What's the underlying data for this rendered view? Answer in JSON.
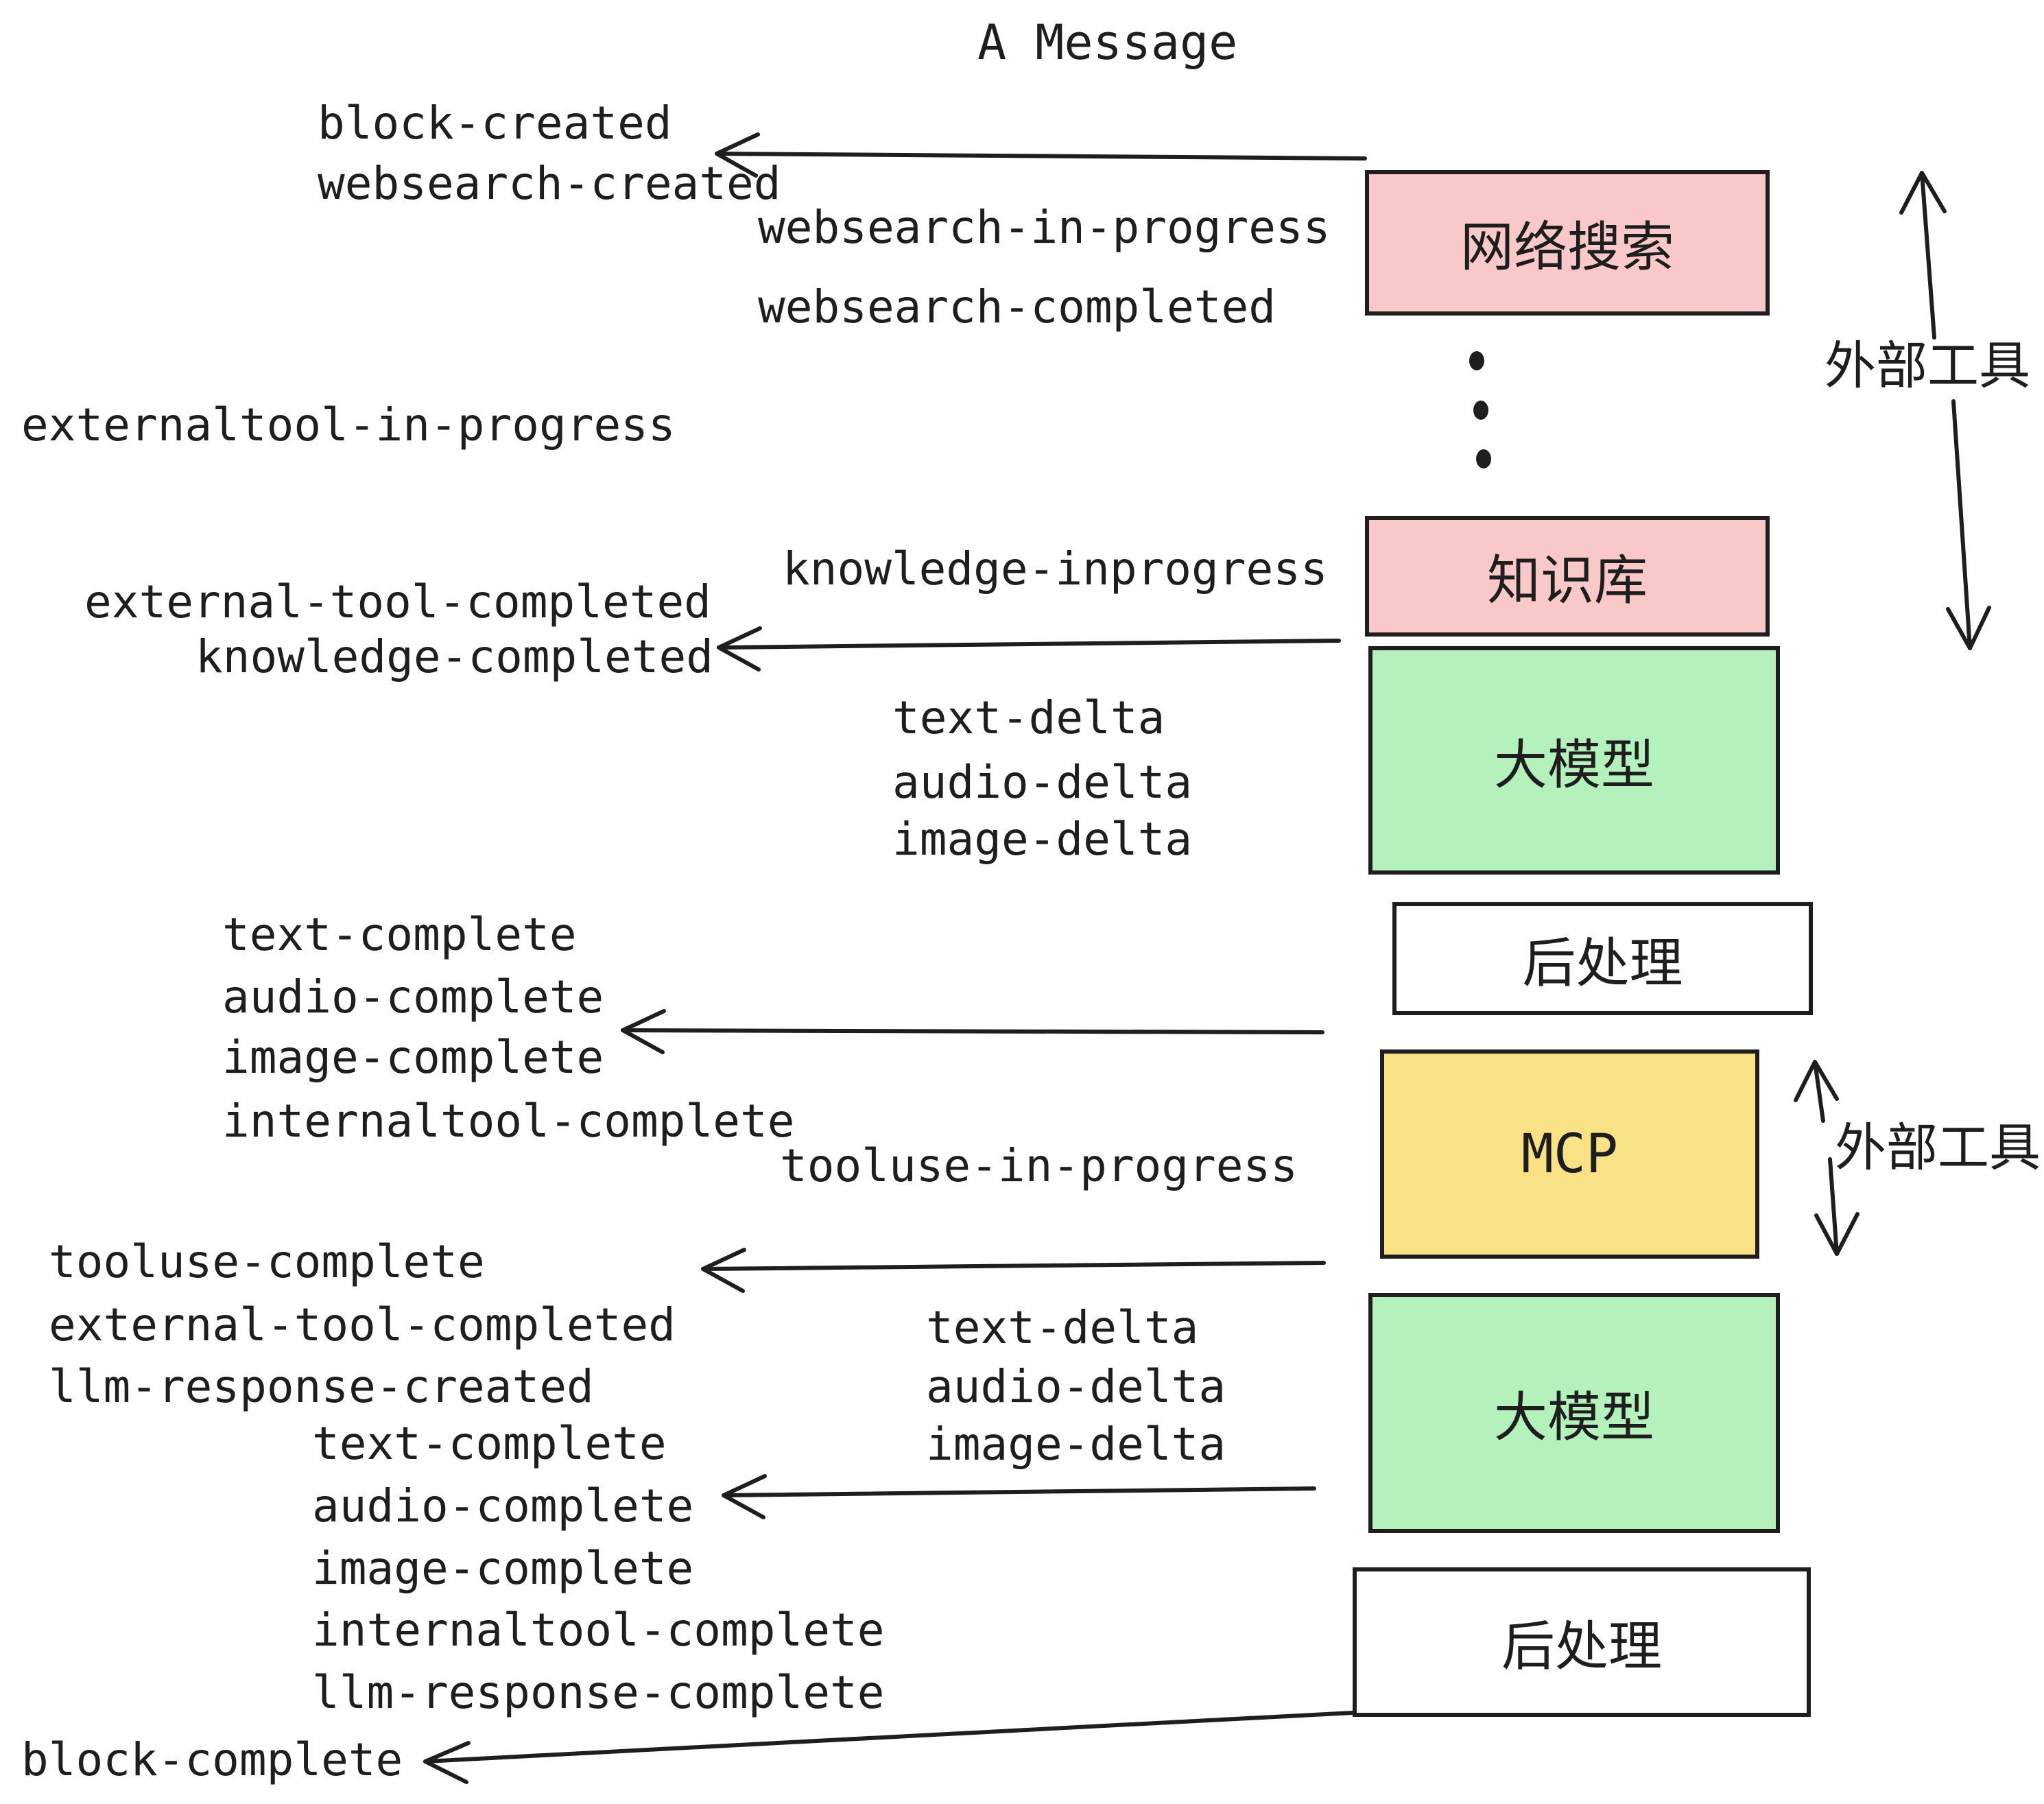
{
  "title": "A Message",
  "events": {
    "block_created": "block-created",
    "websearch_created": "websearch-created",
    "websearch_in_progress": "websearch-in-progress",
    "websearch_completed": "websearch-completed",
    "externaltool_in_progress": "externaltool-in-progress",
    "knowledge_inprogress": "knowledge-inprogress",
    "external_tool_completed_1": "external-tool-completed",
    "knowledge_completed": "knowledge-completed",
    "text_delta_1": "text-delta",
    "audio_delta_1": "audio-delta",
    "image_delta_1": "image-delta",
    "text_complete_1": "text-complete",
    "audio_complete_1": "audio-complete",
    "image_complete_1": "image-complete",
    "internaltool_complete_1": "internaltool-complete",
    "tooluse_in_progress": "tooluse-in-progress",
    "tooluse_complete": "tooluse-complete",
    "external_tool_completed_2": "external-tool-completed",
    "llm_response_created": "llm-response-created",
    "text_complete_2": "text-complete",
    "audio_complete_2": "audio-complete",
    "image_complete_2": "image-complete",
    "internaltool_complete_2": "internaltool-complete",
    "llm_response_complete": "llm-response-complete",
    "block_complete": "block-complete"
  },
  "boxes": {
    "web_search": {
      "label": "网络搜索",
      "fill": "#f9c9c9"
    },
    "knowledge_base": {
      "label": "知识库",
      "fill": "#f9c9c9"
    },
    "llm_1": {
      "label": "大模型",
      "fill": "#b5f1bd"
    },
    "post_process_1": {
      "label": "后处理",
      "fill": "#ffffff"
    },
    "mcp": {
      "label": "MCP",
      "fill": "#f9e286"
    },
    "llm_2": {
      "label": "大模型",
      "fill": "#b5f1bd"
    },
    "post_process_2": {
      "label": "后处理",
      "fill": "#ffffff"
    }
  },
  "side_labels": {
    "external_tools_1": "外部工具",
    "external_tools_2": "外部工具"
  },
  "colors": {
    "ink": "#1e1e1e",
    "pink": "#f9c9c9",
    "green": "#b5f1bd",
    "yellow": "#f9e286",
    "white": "#ffffff",
    "background": "#ffffff"
  }
}
